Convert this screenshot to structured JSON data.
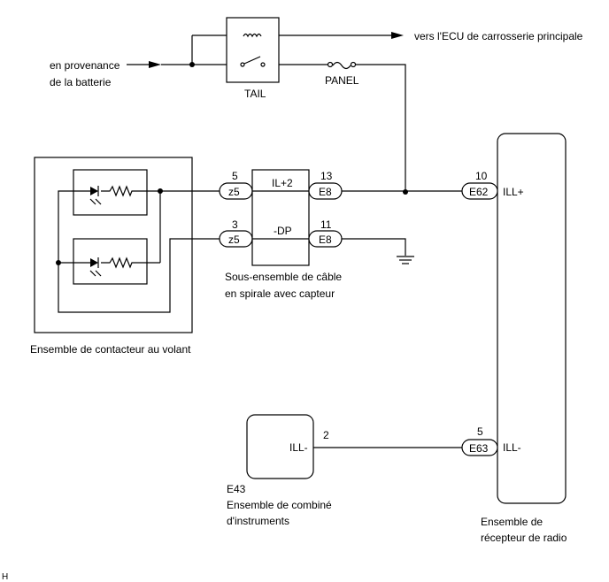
{
  "top": {
    "to_body_ecu": "vers l'ECU de carrosserie principale",
    "battery_line1": "en provenance",
    "battery_line2": "de la batterie",
    "tail": "TAIL",
    "panel": "PANEL"
  },
  "steering_switch": {
    "caption": "Ensemble de contacteur au volant",
    "pin_upper": "5",
    "pin_lower": "3",
    "connector_upper": "z5",
    "connector_lower": "z5"
  },
  "spiral_cable": {
    "caption_line1": "Sous-ensemble de câble",
    "caption_line2": "en spirale avec capteur",
    "signal_upper": "IL+2",
    "signal_lower": "-DP",
    "pin_upper": "13",
    "pin_lower": "11",
    "connector_upper": "E8",
    "connector_lower": "E8"
  },
  "radio": {
    "caption_line1": "Ensemble de",
    "caption_line2": "récepteur de radio",
    "pin_upper": "10",
    "connector_upper": "E62",
    "signal_upper": "ILL+",
    "pin_lower": "5",
    "connector_lower": "E63",
    "signal_lower": "ILL-"
  },
  "meter": {
    "connector_code": "E43",
    "caption_line1": "Ensemble de combiné",
    "caption_line2": "d'instruments",
    "signal": "ILL-",
    "pin": "2"
  },
  "footer": {
    "mark": "H"
  }
}
